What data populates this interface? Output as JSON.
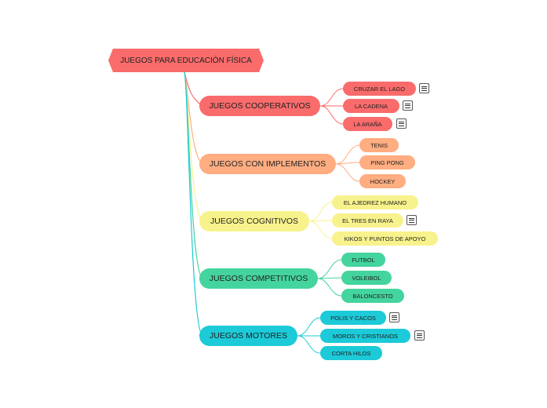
{
  "colors": {
    "red": "#fa6b6b",
    "orange": "#ffad81",
    "yellow": "#f8f28c",
    "green": "#44d49d",
    "cyan": "#1ccad8",
    "note_fill": "#ffffff"
  },
  "root": {
    "label": "JUEGOS PARA EDUCACIÓN FÍSICA"
  },
  "branches": [
    {
      "label": "JUEGOS COOPERATIVOS",
      "color": "red",
      "leaves": [
        {
          "label": "CRUZAR EL LAGO",
          "note": true
        },
        {
          "label": "LA CADENA",
          "note": true
        },
        {
          "label": "LA ARAÑA",
          "note": true
        }
      ]
    },
    {
      "label": "JUEGOS CON IMPLEMENTOS",
      "color": "orange",
      "leaves": [
        {
          "label": "TENIS",
          "note": false
        },
        {
          "label": "PING PONG",
          "note": false
        },
        {
          "label": "HOCKEY",
          "note": false
        }
      ]
    },
    {
      "label": "JUEGOS COGNITIVOS",
      "color": "yellow",
      "leaves": [
        {
          "label": "EL AJEDREZ HUMANO",
          "note": false
        },
        {
          "label": "EL TRES EN RAYA",
          "note": true
        },
        {
          "label": "KIKOS Y PUNTOS DE APOYO",
          "note": false
        }
      ]
    },
    {
      "label": "JUEGOS COMPETITIVOS",
      "color": "green",
      "leaves": [
        {
          "label": "FUTBOL",
          "note": false
        },
        {
          "label": "VOLEIBOL",
          "note": false
        },
        {
          "label": "BALONCESTO",
          "note": false
        }
      ]
    },
    {
      "label": "JUEGOS MOTORES",
      "color": "cyan",
      "leaves": [
        {
          "label": "POLIS Y CACOS",
          "note": true
        },
        {
          "label": "MOROS Y  CRISTIANOS",
          "note": true
        },
        {
          "label": "CORTA HILOS",
          "note": false
        }
      ]
    }
  ]
}
